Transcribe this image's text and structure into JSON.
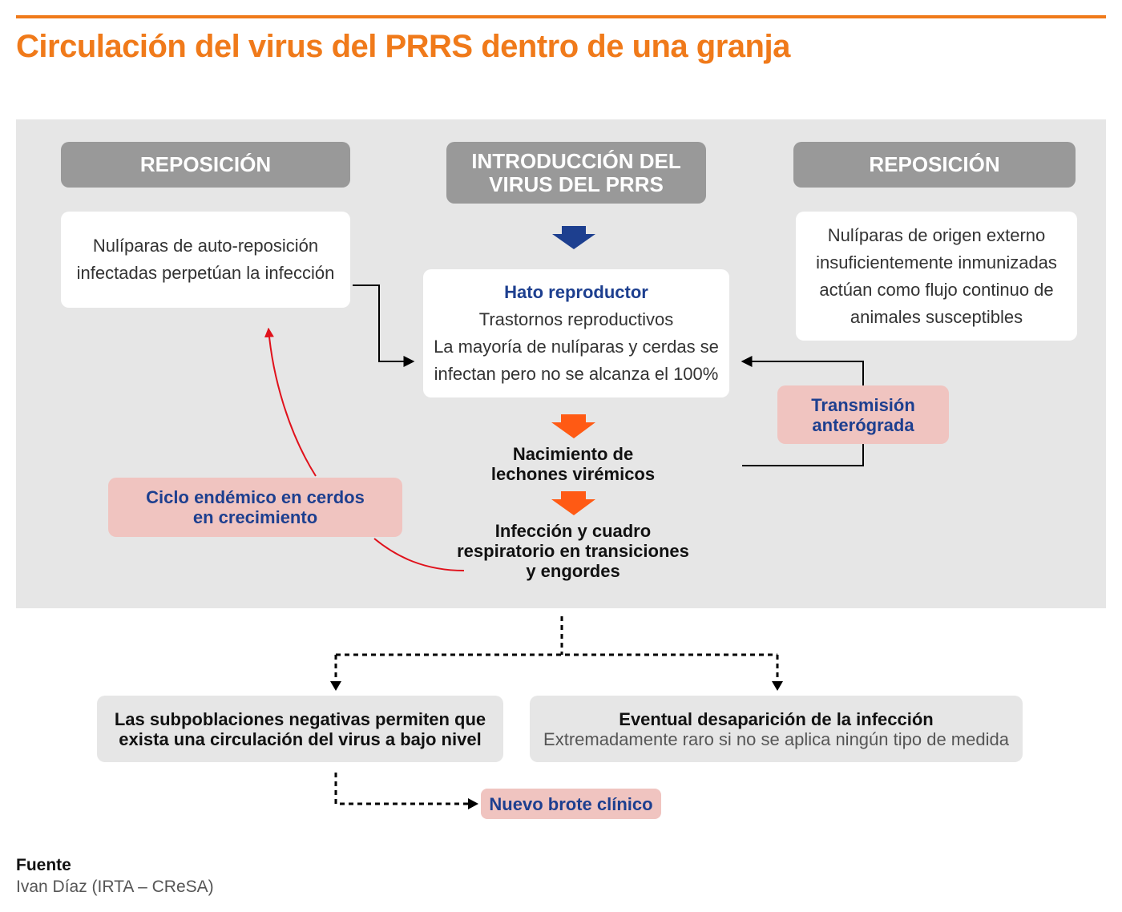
{
  "title": "Circulación del virus del PRRS dentro de una granja",
  "headers": {
    "left": "REPOSICIÓN",
    "center_line1": "INTRODUCCIÓN DEL",
    "center_line2": "VIRUS DEL PRRS",
    "right": "REPOSICIÓN"
  },
  "left_box": {
    "line1": "Nulíparas de auto-reposición",
    "line2": "infectadas perpetúan la infección"
  },
  "right_box": {
    "line1": "Nulíparas de origen externo",
    "line2": "insuficientemente inmunizadas",
    "line3": "actúan como flujo continuo de",
    "line4": "animales susceptibles"
  },
  "center_box": {
    "title": "Hato reproductor",
    "line1": "Trastornos reproductivos",
    "line2": "La mayoría de nulíparas y cerdas se",
    "line3": "infectan pero no se alcanza el 100%"
  },
  "transmision": {
    "line1": "Transmisión",
    "line2": "anterógrada"
  },
  "nacimiento": {
    "line1": "Nacimiento de",
    "line2": "lechones virémicos"
  },
  "ciclo": {
    "line1": "Ciclo endémico en cerdos",
    "line2": "en crecimiento"
  },
  "infeccion": {
    "line1": "Infección y cuadro",
    "line2": "respiratorio en transiciones",
    "line3": "y engordes"
  },
  "subpoblaciones": {
    "line1": "Las subpoblaciones negativas permiten que",
    "line2": "exista una circulación del virus a bajo nivel"
  },
  "desaparicion": {
    "title": "Eventual desaparición de la infección",
    "subtitle": "Extremadamente raro si no se aplica ningún tipo de medida"
  },
  "nuevo_brote": "Nuevo brote clínico",
  "source": {
    "label": "Fuente",
    "value": "Ivan Díaz (IRTA – CReSA)"
  },
  "colors": {
    "accent": "#f07a1a",
    "arrow_orange": "#ff5a14",
    "arrow_blue": "#1d3f8f",
    "cycle_red": "#e0121c",
    "pink_box": "#f0c4c0",
    "header_gray": "#999999"
  }
}
